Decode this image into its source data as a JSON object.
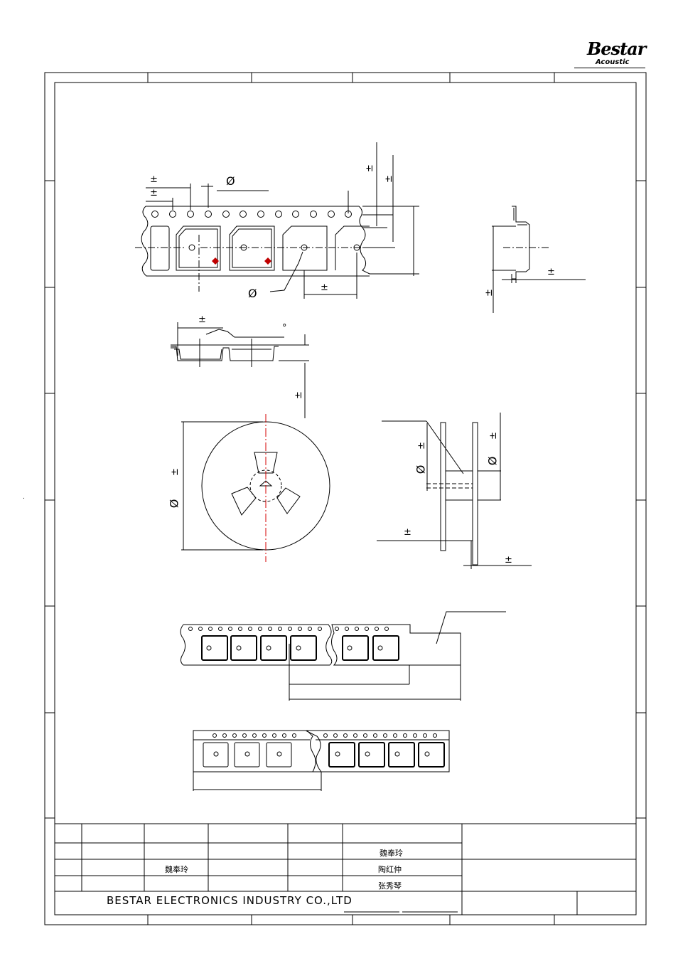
{
  "logo": {
    "brand": "Bestar",
    "sub": "Acoustic"
  },
  "company": "BESTAR ELECTRONICS INDUSTRY CO.,LTD",
  "title_block": {
    "name_1": "魏奉玲",
    "name_2": "魏奉玲",
    "name_3": "陶红仲",
    "name_4": "张秀琴"
  },
  "symbols": {
    "pm": "±",
    "dia": "Ø",
    "deg": "°",
    "dot": "."
  }
}
